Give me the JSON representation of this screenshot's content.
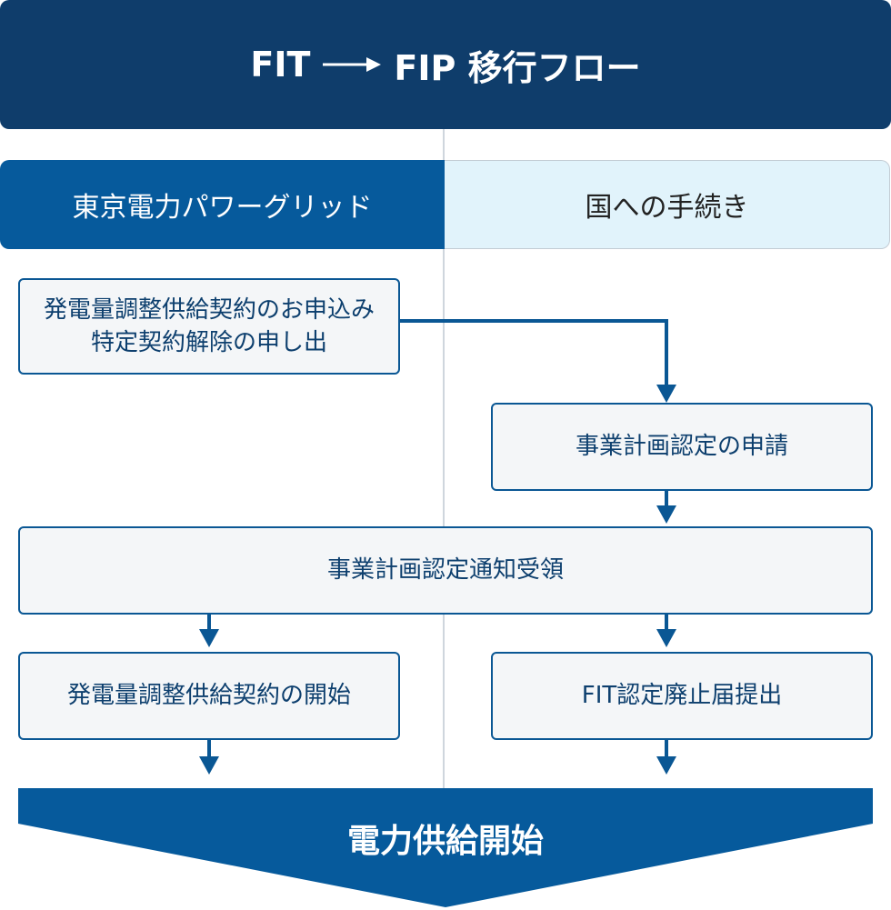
{
  "title": {
    "left": "FIT",
    "right": "FIP 移行フロー"
  },
  "columns": {
    "left": "東京電力パワーグリッド",
    "right": "国への手続き"
  },
  "steps": {
    "contract_request": {
      "line1": "発電量調整供給契約のお申込み",
      "line2": "特定契約解除の申し出"
    },
    "business_plan_application": "事業計画認定の申請",
    "certification_notice": "事業計画認定通知受領",
    "contract_start": "発電量調整供給契約の開始",
    "fit_abolition": "FIT認定廃止届提出"
  },
  "final": "電力供給開始",
  "colors": {
    "navy": "#0f3d6b",
    "blue": "#065a9c",
    "light_blue": "#e1f3fb",
    "box_fill": "#f4f6f8"
  }
}
